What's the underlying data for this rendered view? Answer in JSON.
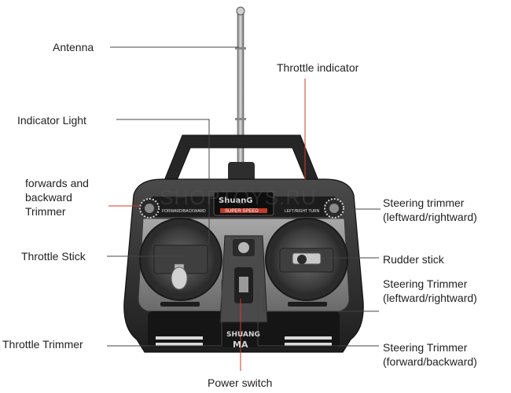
{
  "labels": {
    "antenna": "Antenna",
    "throttle_indicator": "Throttle indicator",
    "indicator_light": "Indicator Light",
    "fwd_bwd_trimmer": "forwards and\nbackward\nTrimmer",
    "steering_trimmer_lr_top": "Steering trimmer\n(leftward/rightward)",
    "throttle_stick": "Throttle Stick",
    "rudder_stick": "Rudder stick",
    "steering_trimmer_lr_bottom": "Steering Trimmer\n(leftward/rightward)",
    "throttle_trimmer": "Throttle Trimmer",
    "steering_trimmer_fb": "Steering Trimmer\n(forward/backward)",
    "power_switch": "Power switch"
  },
  "device": {
    "brand_top": "ShuanG",
    "brand_sub": "SUPER SPEED",
    "left_dial_text": "FORWARD/BACKWARD",
    "right_dial_text": "LEFT/RIGHT TURN",
    "bottom_brand_1": "SHUANG",
    "bottom_brand_2": "MA"
  },
  "watermark": "SHOPTOYS.RU",
  "colors": {
    "body_dark": "#2b2b2b",
    "body_mid": "#5d5d5d",
    "face_light": "#9a9a9a",
    "leader_line": "#444444",
    "accent_red": "#d63a2a"
  }
}
